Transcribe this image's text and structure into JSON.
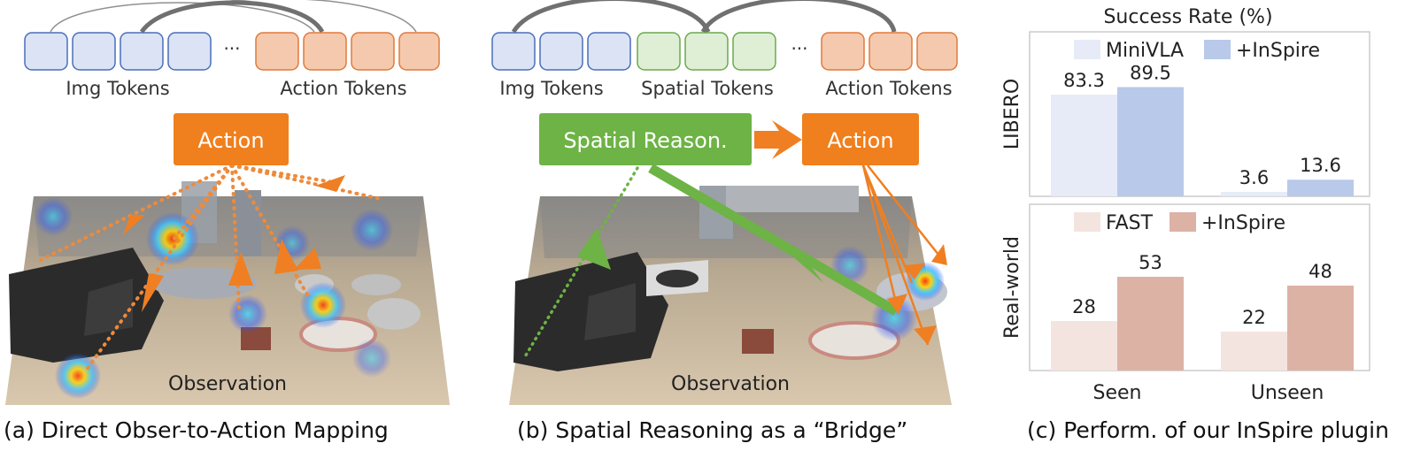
{
  "panel_a": {
    "img_tokens_label": "Img Tokens",
    "action_tokens_label": "Action Tokens",
    "ellipsis": "···",
    "action_box": "Action",
    "observation": "Observation",
    "caption": "(a) Direct Obser-to-Action Mapping"
  },
  "panel_b": {
    "img_tokens_label": "Img Tokens",
    "spatial_tokens_label": "Spatial Tokens",
    "action_tokens_label": "Action Tokens",
    "ellipsis": "···",
    "spatial_box": "Spatial Reason.",
    "action_box": "Action",
    "observation": "Observation",
    "caption": "(b) Spatial Reasoning as a “Bridge”"
  },
  "panel_c": {
    "caption": "(c) Perform. of our InSpire plugin",
    "chart_data": {
      "type": "bar",
      "title": "Success Rate (%)",
      "categories": [
        "Seen",
        "Unseen"
      ],
      "subplots": [
        {
          "ylabel": "LIBERO",
          "series": [
            {
              "name": "MiniVLA",
              "values": [
                83.3,
                3.6
              ],
              "color": "#e6ebf7"
            },
            {
              "name": "+InSpire",
              "values": [
                89.5,
                13.6
              ],
              "color": "#b9c9ea"
            }
          ],
          "ylim": [
            0,
            100
          ]
        },
        {
          "ylabel": "Real-world",
          "series": [
            {
              "name": "FAST",
              "values": [
                28,
                22
              ],
              "color": "#f4e4df"
            },
            {
              "name": "+InSpire",
              "values": [
                53,
                48
              ],
              "color": "#dcb2a5"
            }
          ],
          "ylim": [
            0,
            70
          ]
        }
      ]
    }
  },
  "colors": {
    "img_token_fill": "#dbe3f5",
    "img_token_stroke": "#4a6fb8",
    "spatial_token_fill": "#dfefd6",
    "spatial_token_stroke": "#6aaa4c",
    "action_token_fill": "#f5c9ae",
    "action_token_stroke": "#e07a3c",
    "action_box": "#f07f1d",
    "spatial_box": "#6db345"
  }
}
